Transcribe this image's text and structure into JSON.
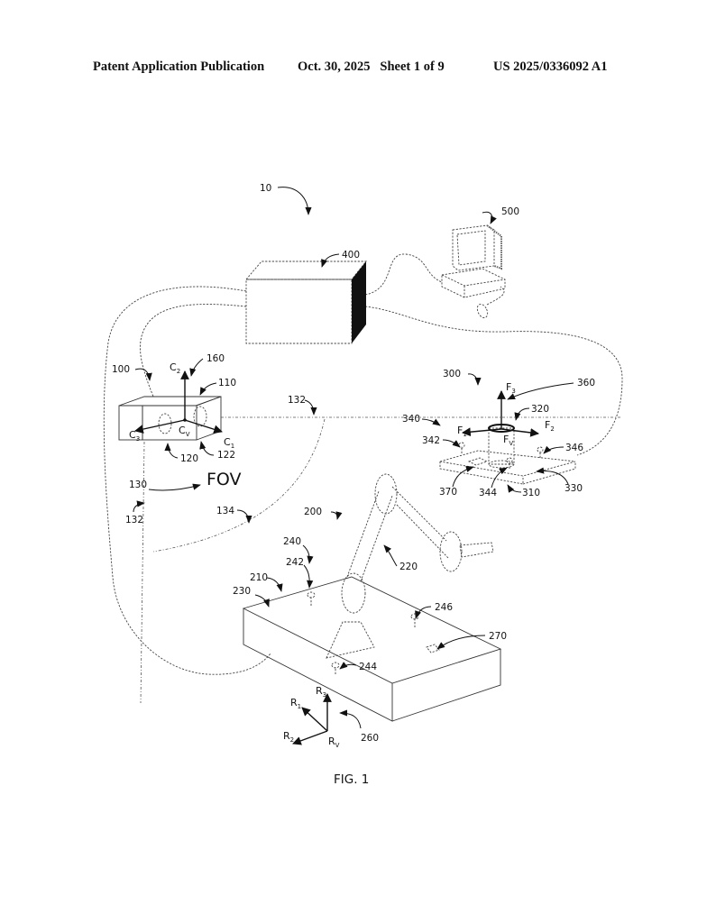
{
  "header": {
    "publication_type": "Patent Application Publication",
    "date_sheet": "Oct. 30, 2025   Sheet 1 of 9",
    "patent_number": "US 2025/0336092 A1"
  },
  "figure": {
    "caption": "FIG. 1",
    "fov_label": "FOV",
    "reference_numerals": {
      "system": "10",
      "camera_assembly": "100",
      "camera_body": "110",
      "lens_120": "120",
      "lens_122": "122",
      "fov_ref": "130",
      "fov_boundary_left": "132",
      "fov_boundary_top": "132",
      "fov_boundary_arc": "134",
      "camera_frame": "160",
      "robot_system": "200",
      "robot_base_plate": "210",
      "robot_arm": "220",
      "plate_edge": "230",
      "markers_group": "240",
      "marker_242": "242",
      "marker_244": "244",
      "marker_246": "246",
      "robot_frame": "260",
      "robot_tag": "270",
      "fixture": "300",
      "fixture_base": "310",
      "fixture_ring": "320",
      "fixture_plate": "330",
      "fixture_markers": "340",
      "marker_342": "342",
      "marker_344": "344",
      "marker_346": "346",
      "fixture_frame": "360",
      "fixture_tag": "370",
      "controller": "400",
      "computer": "500"
    },
    "axes": {
      "camera": {
        "x": "C",
        "x_sub": "1",
        "y": "C",
        "y_sub": "2",
        "z": "C",
        "z_sub": "3",
        "origin": "C",
        "origin_sub": "V"
      },
      "fixture": {
        "x": "F",
        "x_sub": "1",
        "y": "F",
        "y_sub": "2",
        "z": "F",
        "z_sub": "3",
        "origin": "F",
        "origin_sub": "V"
      },
      "robot": {
        "x": "R",
        "x_sub": "1",
        "y": "R",
        "y_sub": "2",
        "z": "R",
        "z_sub": "3",
        "origin": "R",
        "origin_sub": "V"
      }
    }
  }
}
